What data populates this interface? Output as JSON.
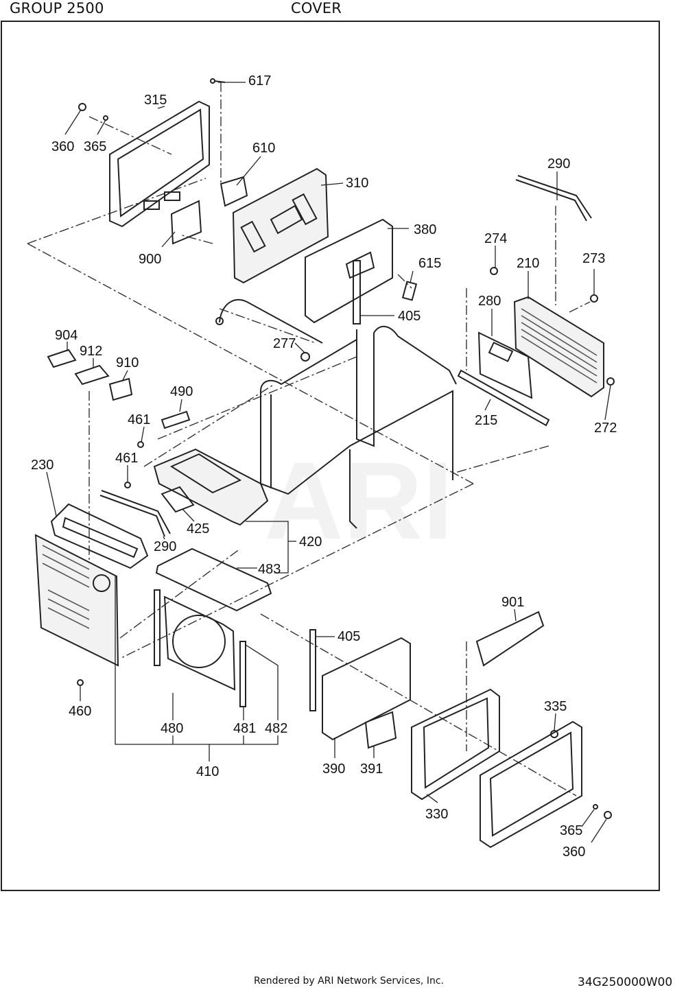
{
  "header": {
    "group_label": "GROUP 2500",
    "section_title": "COVER"
  },
  "watermark": "ARI",
  "callouts": [
    {
      "id": "617",
      "text": "617"
    },
    {
      "id": "315",
      "text": "315"
    },
    {
      "id": "360a",
      "text": "360"
    },
    {
      "id": "365a",
      "text": "365"
    },
    {
      "id": "610",
      "text": "610"
    },
    {
      "id": "310",
      "text": "310"
    },
    {
      "id": "290a",
      "text": "290"
    },
    {
      "id": "380",
      "text": "380"
    },
    {
      "id": "274",
      "text": "274"
    },
    {
      "id": "210",
      "text": "210"
    },
    {
      "id": "273",
      "text": "273"
    },
    {
      "id": "900",
      "text": "900"
    },
    {
      "id": "615",
      "text": "615"
    },
    {
      "id": "280",
      "text": "280"
    },
    {
      "id": "405a",
      "text": "405"
    },
    {
      "id": "904",
      "text": "904"
    },
    {
      "id": "277",
      "text": "277"
    },
    {
      "id": "912",
      "text": "912"
    },
    {
      "id": "910",
      "text": "910"
    },
    {
      "id": "490",
      "text": "490"
    },
    {
      "id": "215",
      "text": "215"
    },
    {
      "id": "272",
      "text": "272"
    },
    {
      "id": "461a",
      "text": "461"
    },
    {
      "id": "461b",
      "text": "461"
    },
    {
      "id": "230",
      "text": "230"
    },
    {
      "id": "425",
      "text": "425"
    },
    {
      "id": "420",
      "text": "420"
    },
    {
      "id": "290b",
      "text": "290"
    },
    {
      "id": "483",
      "text": "483"
    },
    {
      "id": "901",
      "text": "901"
    },
    {
      "id": "405b",
      "text": "405"
    },
    {
      "id": "460",
      "text": "460"
    },
    {
      "id": "335",
      "text": "335"
    },
    {
      "id": "480",
      "text": "480"
    },
    {
      "id": "481",
      "text": "481"
    },
    {
      "id": "482",
      "text": "482"
    },
    {
      "id": "390",
      "text": "390"
    },
    {
      "id": "391",
      "text": "391"
    },
    {
      "id": "410",
      "text": "410"
    },
    {
      "id": "330",
      "text": "330"
    },
    {
      "id": "365b",
      "text": "365"
    },
    {
      "id": "360b",
      "text": "360"
    }
  ],
  "footer": {
    "rendered_by": "Rendered by ARI Network Services, Inc.",
    "drawing_id": "34G250000W00"
  }
}
